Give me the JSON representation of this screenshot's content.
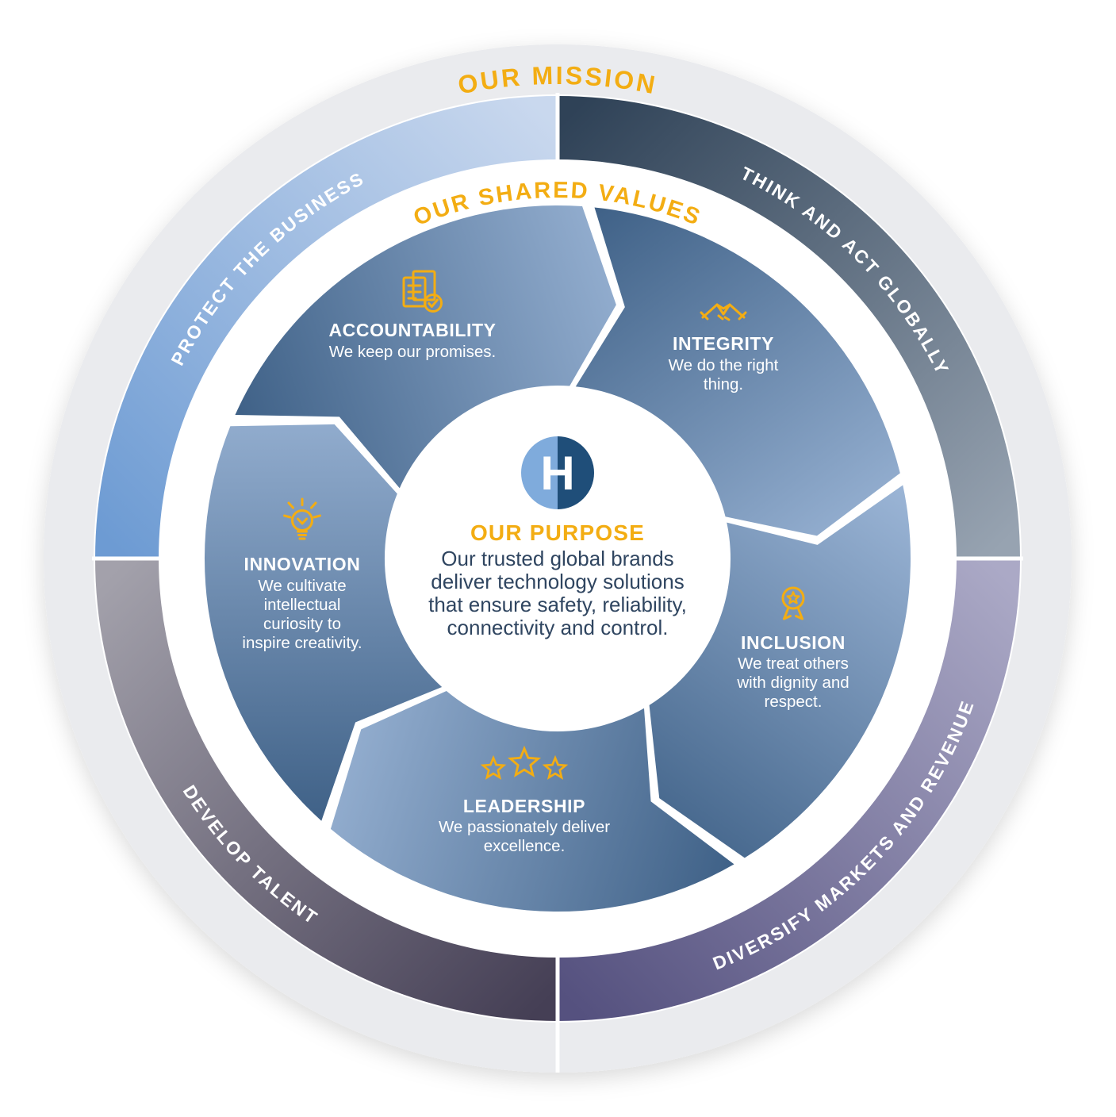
{
  "mission_label": "OUR MISSION",
  "shared_values_label": "OUR SHARED VALUES",
  "strategies": [
    {
      "label": "PROTECT THE BUSINESS"
    },
    {
      "label": "THINK AND ACT GLOBALLY"
    },
    {
      "label": "DIVERSIFY MARKETS AND REVENUE"
    },
    {
      "label": "DEVELOP TALENT"
    }
  ],
  "values": [
    {
      "name": "ACCOUNTABILITY",
      "icon": "checklist-icon",
      "lines": [
        "We keep our promises."
      ]
    },
    {
      "name": "INTEGRITY",
      "icon": "handshake-icon",
      "lines": [
        "We do the right",
        "thing."
      ]
    },
    {
      "name": "INCLUSION",
      "icon": "medal-icon",
      "lines": [
        "We treat others",
        "with dignity and",
        "respect."
      ]
    },
    {
      "name": "LEADERSHIP",
      "icon": "stars-icon",
      "lines": [
        "We passionately deliver",
        "excellence."
      ]
    },
    {
      "name": "INNOVATION",
      "icon": "lightbulb-icon",
      "lines": [
        "We cultivate",
        "intellectual",
        "curiosity to",
        "inspire creativity."
      ]
    }
  ],
  "purpose": {
    "label": "OUR PURPOSE",
    "lines": [
      "Our trusted global brands",
      "deliver technology solutions",
      "that ensure safety, reliability,",
      "connectivity and control."
    ]
  },
  "logo_letter": "H",
  "colors": {
    "gold": "#F3AD13",
    "outer_ring": "#EAEBEE",
    "protect_start": "#6D9BD3",
    "protect_end": "#C9D8EE",
    "think_start": "#2F4257",
    "think_end": "#97A3B1",
    "diversify_start": "#ABA9C6",
    "diversify_end": "#55517F",
    "develop_start": "#453F55",
    "develop_end": "#A3A1AB",
    "value_dark": "#3F6187",
    "value_light": "#9BB5D6",
    "purpose_text": "#2F4560",
    "logo_left": "#7FABDC",
    "logo_right": "#1F4E79"
  }
}
